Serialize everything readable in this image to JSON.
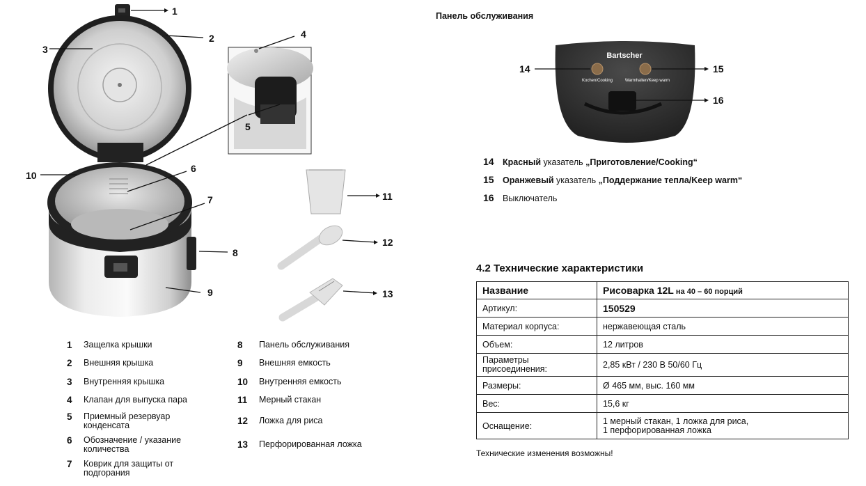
{
  "callouts": {
    "n1": "1",
    "n2": "2",
    "n3": "3",
    "n4": "4",
    "n5": "5",
    "n6": "6",
    "n7": "7",
    "n8": "8",
    "n9": "9",
    "n10": "10",
    "n11": "11",
    "n12": "12",
    "n13": "13",
    "n14": "14",
    "n15": "15",
    "n16": "16"
  },
  "legend": {
    "left": [
      {
        "num": "1",
        "text": "Защелка крышки"
      },
      {
        "num": "2",
        "text": "Внешняя крышка"
      },
      {
        "num": "3",
        "text": "Внутренняя крышка"
      },
      {
        "num": "4",
        "text": "Клапан для выпуска пара"
      },
      {
        "num": "5",
        "text": "Приемный резервуар\nконденсата"
      },
      {
        "num": "6",
        "text": "Обозначение / указание\nколичества"
      },
      {
        "num": "7",
        "text": "Коврик для защиты от\nподгорания"
      }
    ],
    "right": [
      {
        "num": "8",
        "text": "Панель обслуживания"
      },
      {
        "num": "9",
        "text": "Внешняя емкость"
      },
      {
        "num": "10",
        "text": "Внутренняя емкость"
      },
      {
        "num": "11",
        "text": "Мерный стакан"
      },
      {
        "num": "12",
        "text": "Ложка для риса"
      },
      {
        "num": "13",
        "text": "Перфорированная ложка"
      }
    ]
  },
  "panel": {
    "heading": "Панель обслуживания",
    "brand": "Bartscher",
    "label_cooking": "Kochen/Cooking",
    "label_warm": "Warmhalten/Keep warm"
  },
  "indicators": [
    {
      "num": "14",
      "bold": "Красный",
      "mid": " указатель ",
      "quote": "„Приготовление/Cooking“"
    },
    {
      "num": "15",
      "bold": "Оранжевый",
      "mid": " указатель ",
      "quote": "„Поддержание тепла/Keep warm“"
    },
    {
      "num": "16",
      "bold": "",
      "mid": "Выключатель",
      "quote": ""
    }
  ],
  "specs": {
    "heading": "4.2 Технические характеристики",
    "header": {
      "label": "Название",
      "value_bold": "Рисоварка 12L",
      "value_small": " на 40 – 60 порций"
    },
    "rows": [
      {
        "label": "Артикул:",
        "value": "150529"
      },
      {
        "label": "Материал корпуса:",
        "value": "нержавеющая сталь"
      },
      {
        "label": "Объем:",
        "value": "12 литров"
      },
      {
        "label": "Параметры\nприсоединения:",
        "value": "2,85 кВт / 230 В 50/60 Гц"
      },
      {
        "label": "Размеры:",
        "value": "Ø 465 мм, выс. 160 мм"
      },
      {
        "label": "Вес:",
        "value": "15,6 кг"
      },
      {
        "label": "Оснащение:",
        "value": "1 мерный стакан, 1 ложка для риса,\n1 перфорированная ложка"
      }
    ],
    "footnote": "Технические изменения возможны!"
  }
}
